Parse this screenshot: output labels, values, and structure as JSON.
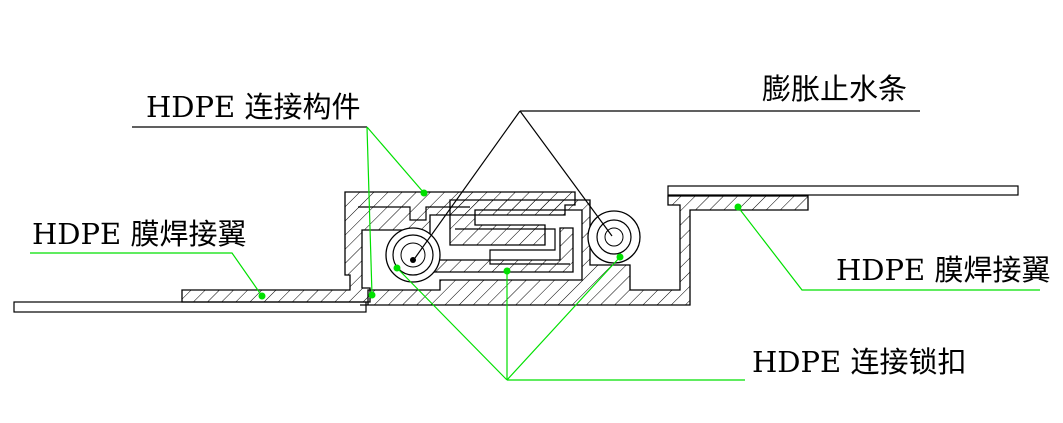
{
  "labels": {
    "connector_member": "HDPE 连接构件",
    "waterstop_strip": "膨胀止水条",
    "weld_flange_left": "HDPE 膜焊接翼",
    "weld_flange_right": "HDPE 膜焊接翼",
    "connector_lock": "HDPE 连接锁扣"
  },
  "colors": {
    "line": "#000000",
    "leader": "#00e000",
    "hatch": "#000000",
    "background": "#ffffff"
  }
}
